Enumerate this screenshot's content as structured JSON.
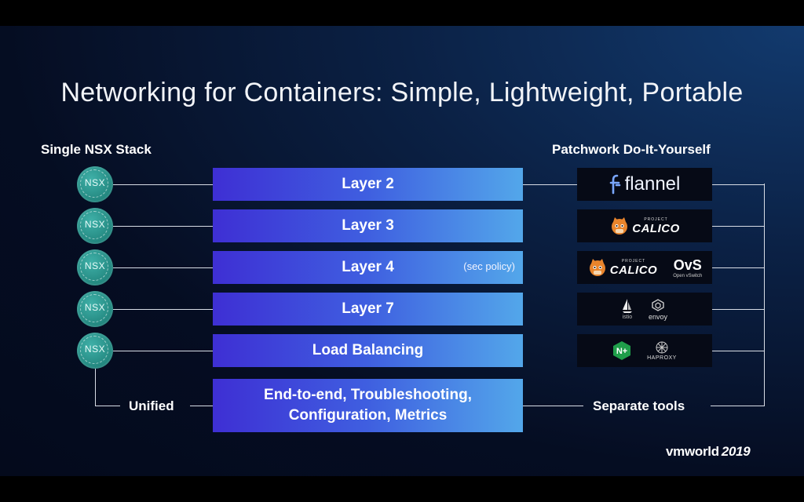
{
  "slide": {
    "title": "Networking for Containers: Simple, Lightweight, Portable",
    "left_heading": "Single NSX Stack",
    "right_heading": "Patchwork Do-It-Yourself",
    "nsx_badge": "NSX",
    "layers": [
      {
        "label": "Layer 2",
        "note": ""
      },
      {
        "label": "Layer 3",
        "note": ""
      },
      {
        "label": "Layer 4",
        "note": "(sec policy)"
      },
      {
        "label": "Layer 7",
        "note": ""
      },
      {
        "label": "Load Balancing",
        "note": ""
      }
    ],
    "bottom_bar": {
      "line1": "End-to-end, Troubleshooting,",
      "line2": "Configuration, Metrics"
    },
    "unified_label": "Unified",
    "separate_label": "Separate tools",
    "logos": {
      "flannel": "flannel",
      "calico_small": "PROJECT",
      "calico": "CALICO",
      "ovs": "OvS",
      "ovs_small": "Open vSwitch",
      "istio": "istio",
      "envoy": "envoy",
      "nginx_plus": "N+",
      "haproxy": "HAPROXY"
    },
    "brand": {
      "name": "vmworld",
      "year": "2019"
    },
    "colors": {
      "nsx_teal": "#2a9a92",
      "bar_start": "#3e2fd4",
      "bar_end": "#53a7ea",
      "calico_orange": "#e8842c",
      "nginx_green": "#1f9e4a"
    }
  }
}
